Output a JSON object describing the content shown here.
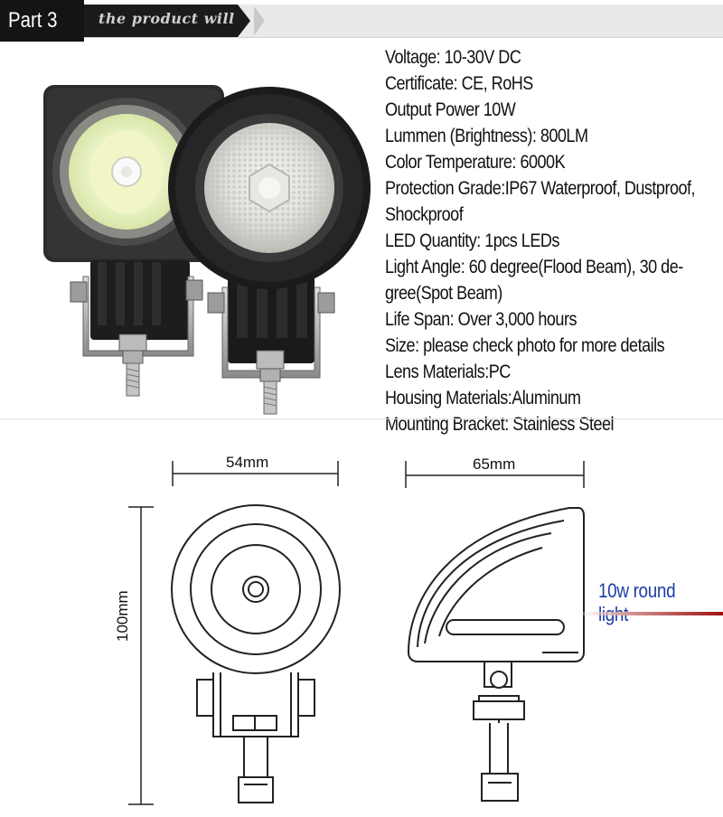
{
  "header": {
    "part_label": "Part 3",
    "banner_text": "the product will"
  },
  "specs": [
    "Voltage: 10-30V DC",
    "Certificate: CE, RoHS",
    "Output Power 10W",
    "Lummen (Brightness): 800LM",
    "Color Temperature: 6000K",
    "Protection Grade:IP67 Waterproof, Dustproof,",
    "Shockproof",
    "LED Quantity: 1pcs LEDs",
    "Light Angle: 60 degree(Flood Beam), 30 de-",
    "gree(Spot Beam)",
    "Life Span: Over 3,000 hours",
    "Size: please check photo for more details",
    "Lens Materials:PC",
    "Housing Materials:Aluminum",
    "Mounting Bracket: Stainless Steel"
  ],
  "diagram": {
    "width_front": "54mm",
    "width_side": "65mm",
    "height": "100mm",
    "callout": "10w round light"
  },
  "colors": {
    "header_dark": "#141414",
    "banner_gray": "#e9e9e9",
    "callout_blue": "#1d3ea6",
    "callout_line": "#a01010"
  }
}
